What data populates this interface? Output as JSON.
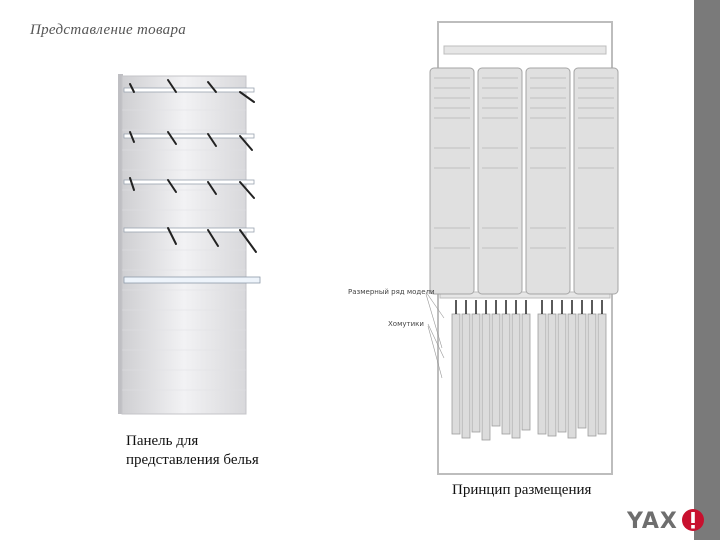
{
  "slide": {
    "title": "Представление товара"
  },
  "panel": {
    "caption": "Панель для представления белья"
  },
  "rack": {
    "caption": "Принцип размещения",
    "label_size_row": "Размерный ряд модели",
    "label_hanger": "Хомутики"
  },
  "brand": {
    "logo_text": "YAX",
    "accent_color": "#c8102e"
  },
  "colors": {
    "side_bar": "#7a7a7a"
  }
}
